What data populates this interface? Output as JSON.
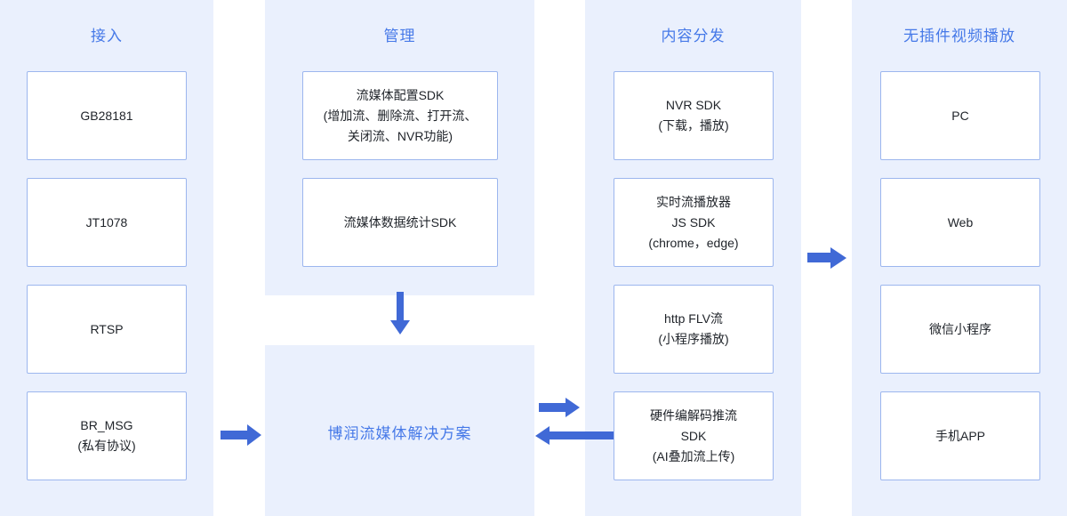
{
  "columns": [
    {
      "title": "接入"
    },
    {
      "title": "管理"
    },
    {
      "title": "内容分发"
    },
    {
      "title": "无插件视频播放"
    }
  ],
  "access_nodes": [
    {
      "label": "GB28181"
    },
    {
      "label": "JT1078"
    },
    {
      "label": "RTSP"
    },
    {
      "label": "BR_MSG\n(私有协议)"
    }
  ],
  "manage_nodes": [
    {
      "label": "流媒体配置SDK\n(增加流、删除流、打开流、\n关闭流、NVR功能)"
    },
    {
      "label": "流媒体数据统计SDK"
    }
  ],
  "solution": {
    "label": "博润流媒体解决方案"
  },
  "content_nodes": [
    {
      "label": "NVR SDK\n(下载，播放)"
    },
    {
      "label": "实时流播放器\nJS SDK\n(chrome，edge)"
    },
    {
      "label": "http FLV流\n(小程序播放)"
    },
    {
      "label": "硬件编解码推流\nSDK\n(AI叠加流上传)"
    }
  ],
  "play_nodes": [
    {
      "label": "PC"
    },
    {
      "label": "Web"
    },
    {
      "label": "微信小程序"
    },
    {
      "label": "手机APP"
    }
  ],
  "colors": {
    "accent": "#4679e8",
    "band": "#eaf0fd",
    "border": "#9cb6ee",
    "arrow": "#4069d6",
    "text": "#1f2329"
  }
}
